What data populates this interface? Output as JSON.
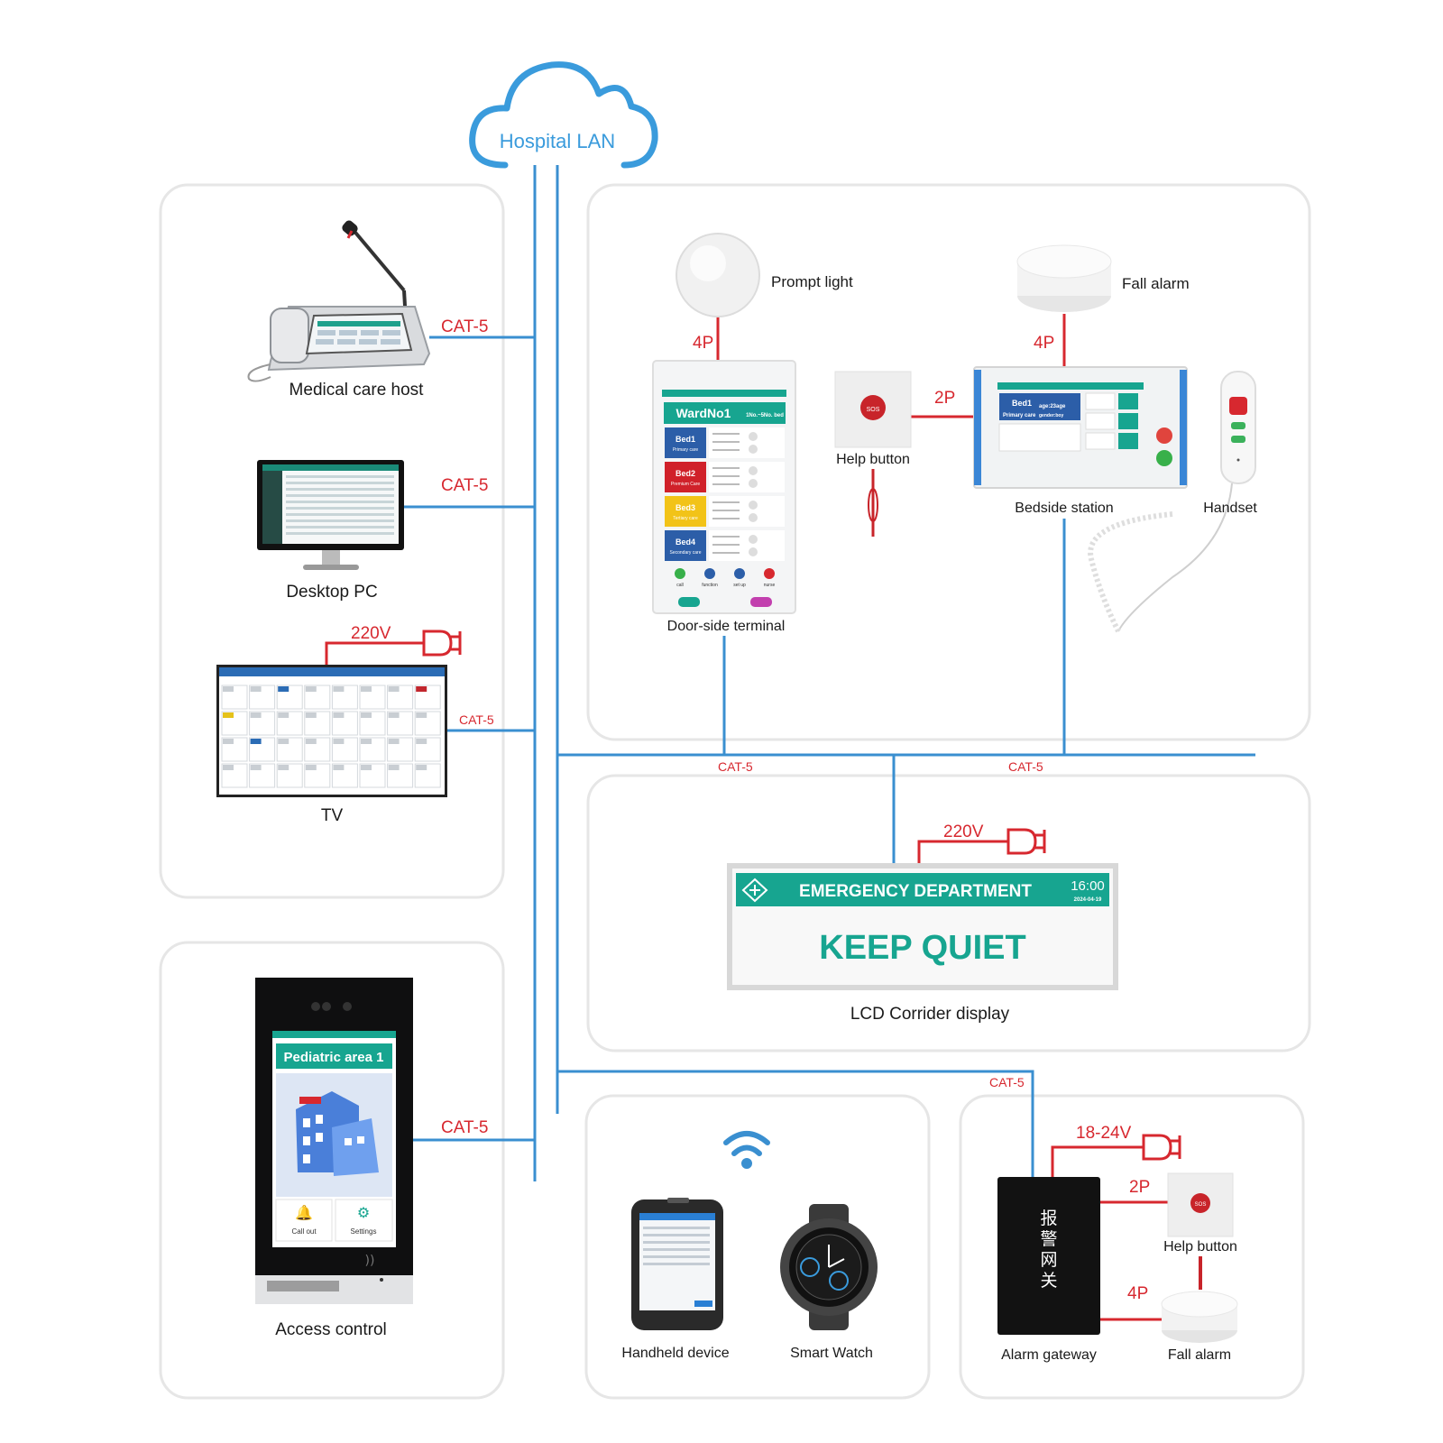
{
  "cloud": {
    "title": "Hospital LAN"
  },
  "cables": {
    "cat5": "CAT-5",
    "p4": "4P",
    "p2": "2P",
    "v220": "220V",
    "v1824": "18-24V"
  },
  "devices": {
    "medical_host": "Medical care host",
    "desktop_pc": "Desktop PC",
    "tv": "TV",
    "access_control": "Access control",
    "prompt_light": "Prompt light",
    "fall_alarm": "Fall alarm",
    "help_button": "Help button",
    "bedside_station": "Bedside station",
    "handset": "Handset",
    "door_terminal": "Door-side terminal",
    "corridor_display": "LCD Corrider display",
    "handheld": "Handheld device",
    "smart_watch": "Smart Watch",
    "alarm_gateway": "Alarm gateway",
    "help_button_2": "Help button",
    "fall_alarm_2": "Fall alarm"
  },
  "door_terminal_screen": {
    "ward": "WardNo1",
    "range": "1No.~5No. bed",
    "beds": [
      "Bed1",
      "Bed2",
      "Bed3",
      "Bed4"
    ],
    "bed_levels": [
      "Primary care",
      "Premium Care",
      "Tertiary care",
      "Secondary care"
    ],
    "buttons": [
      "call",
      "function",
      "set up",
      "nurse"
    ]
  },
  "bedside_screen": {
    "bed": "Bed1",
    "care": "Primary care",
    "age": "age:23age",
    "gender": "gender:boy"
  },
  "corridor_screen": {
    "department": "EMERGENCY DEPARTMENT",
    "time": "16:00",
    "date": "2024-04-19",
    "message": "KEEP QUIET"
  },
  "access_screen": {
    "area": "Pediatric area 1",
    "call_out": "Call out",
    "settings": "Settings"
  },
  "gateway_text": [
    "报",
    "警",
    "网",
    "关"
  ],
  "sos": "SOS",
  "colors": {
    "cable_blue": "#3a8fd0",
    "cable_red": "#d7282f",
    "teal": "#17a590",
    "cloud_blue": "#3a9bdc",
    "panel_border": "#e6e6e6"
  }
}
